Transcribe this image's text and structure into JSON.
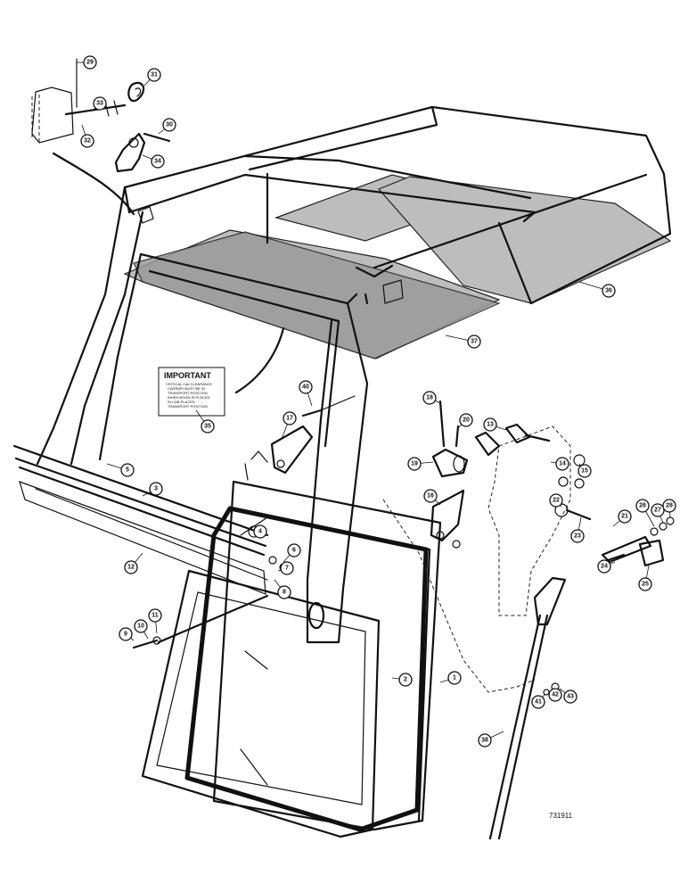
{
  "drawing_code": "731911",
  "decal": {
    "title": "IMPORTANT",
    "line1": "CRITICAL Cab CLEARANCE",
    "line2": "CARRIER MUST BE IN",
    "line3": "TRANSPORT POSITION",
    "line4": "WHEN BOOM IS PLACED",
    "line5": "IN CAB-PLACED",
    "line6": "TRANSPORT POSITION"
  },
  "callouts": [
    "29",
    "31",
    "33",
    "30",
    "32",
    "34",
    "36",
    "37",
    "40",
    "35",
    "17",
    "5",
    "3",
    "18",
    "20",
    "13",
    "19",
    "14",
    "15",
    "16",
    "22",
    "26",
    "27",
    "28",
    "21",
    "23",
    "24",
    "25",
    "4",
    "6",
    "7",
    "8",
    "12",
    "9",
    "10",
    "11",
    "2",
    "1",
    "41",
    "42",
    "43",
    "38"
  ]
}
